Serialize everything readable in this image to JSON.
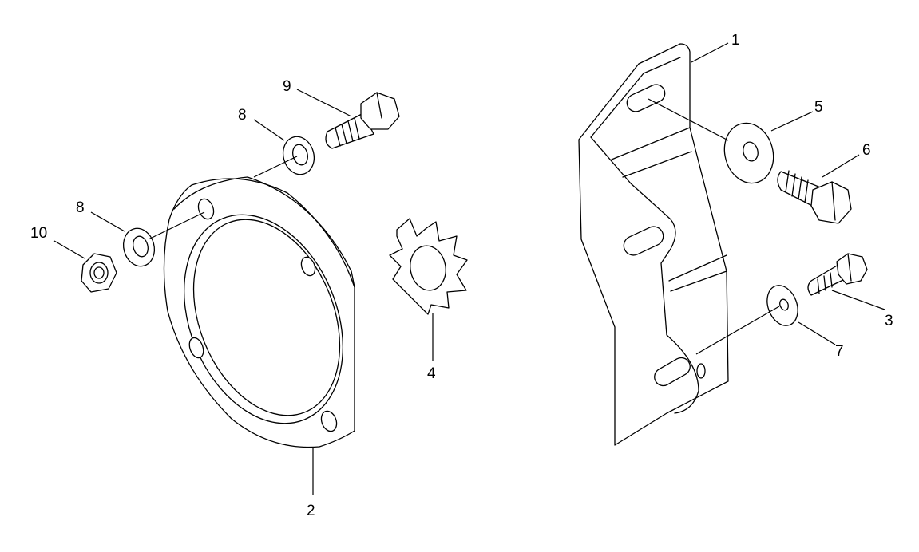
{
  "diagram": {
    "callouts": [
      {
        "id": "1",
        "label": "1",
        "part": "mounting-bracket"
      },
      {
        "id": "2",
        "label": "2",
        "part": "flange-plate"
      },
      {
        "id": "3",
        "label": "3",
        "part": "bolt"
      },
      {
        "id": "4",
        "label": "4",
        "part": "lock-washer-star"
      },
      {
        "id": "5",
        "label": "5",
        "part": "flat-washer"
      },
      {
        "id": "6",
        "label": "6",
        "part": "bolt"
      },
      {
        "id": "7",
        "label": "7",
        "part": "flat-washer"
      },
      {
        "id": "8a",
        "label": "8",
        "part": "washer"
      },
      {
        "id": "8b",
        "label": "8",
        "part": "washer"
      },
      {
        "id": "9",
        "label": "9",
        "part": "bolt"
      },
      {
        "id": "10",
        "label": "10",
        "part": "hex-nut"
      }
    ],
    "colors": {
      "stroke": "#000000",
      "background": "#ffffff"
    }
  }
}
